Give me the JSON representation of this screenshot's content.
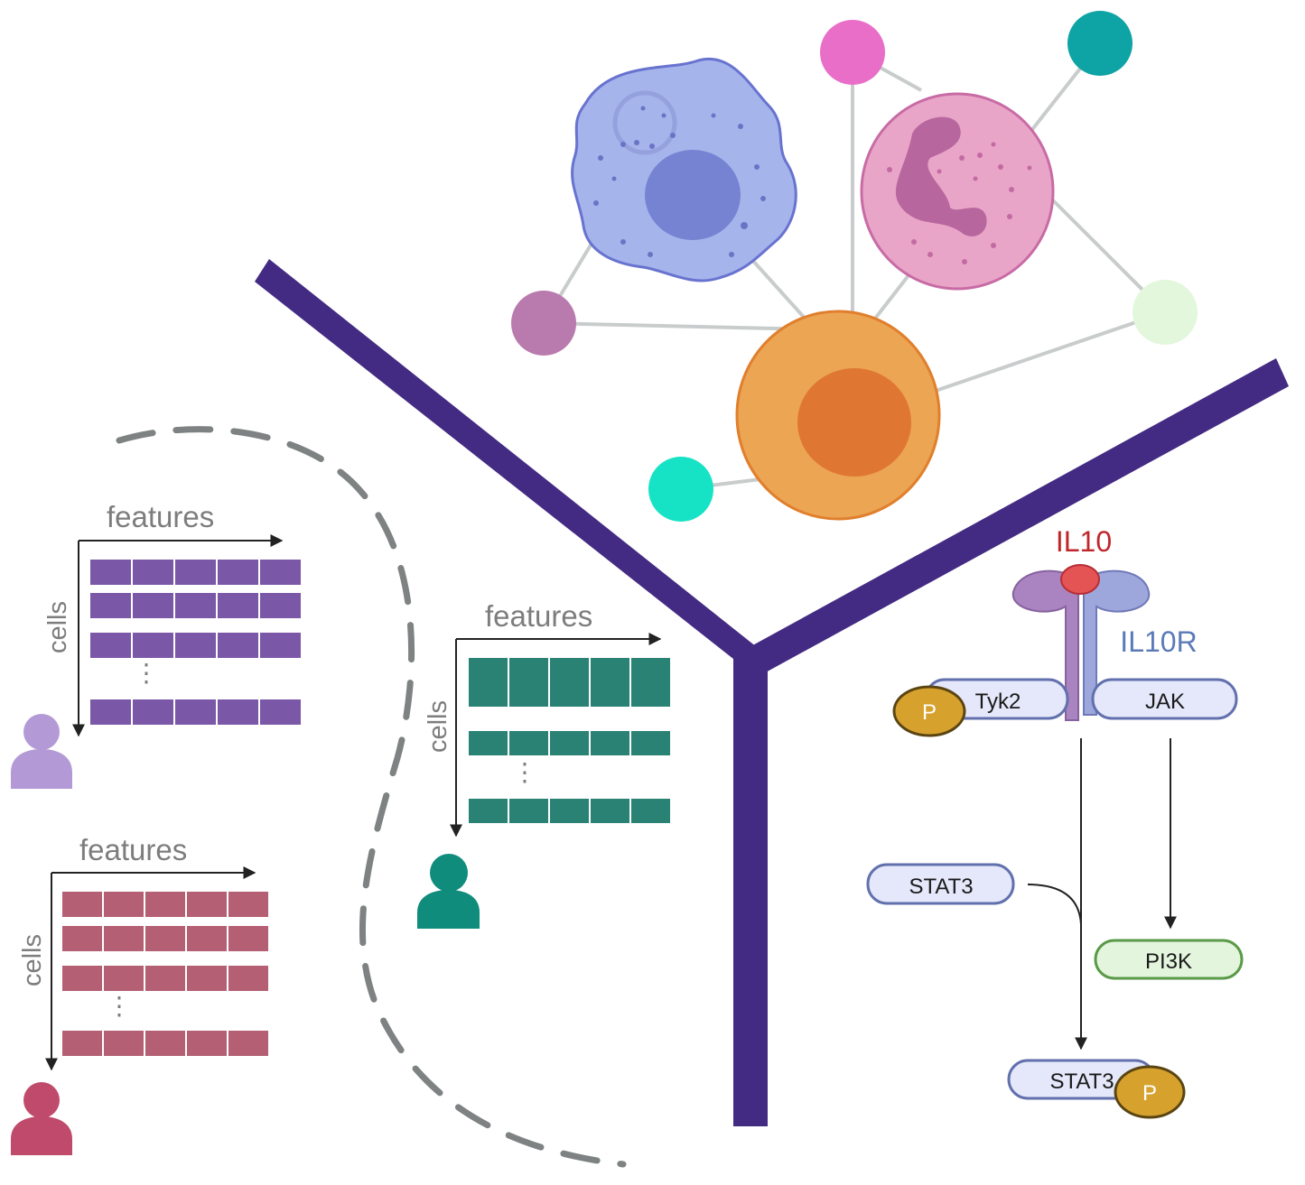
{
  "colors": {
    "tree": "#432a82",
    "axis": "#222222",
    "axis_label": "#7d7d7d",
    "dash": "#7e8282",
    "edge": "#c9cccc",
    "purple_cell": "#7b57a8",
    "purple_person": "#b39ad6",
    "teal_cell": "#2a8274",
    "teal_person": "#0f8c7c",
    "red_cell": "#b45f73",
    "red_person": "#c04a6c",
    "il10": "#c0262b",
    "il10r": "#5b7ab8",
    "pill_fill": "#e4e8fa",
    "pill_stroke": "#6270ad",
    "pi3k_fill": "#e3f5dd",
    "pi3k_stroke": "#5a9a48",
    "phospho": "#d7a12e",
    "phospho_stroke": "#5a4512"
  },
  "matrices": [
    {
      "id": "purple",
      "x_label": "features",
      "y_label": "cells",
      "ellipsis": "⋮"
    },
    {
      "id": "teal",
      "x_label": "features",
      "y_label": "cells",
      "ellipsis": "⋮"
    },
    {
      "id": "red",
      "x_label": "features",
      "y_label": "cells",
      "ellipsis": "⋮"
    }
  ],
  "network": {
    "cells": [
      "macrophage",
      "neutrophil",
      "lymphocyte"
    ],
    "nodes": [
      {
        "name": "magenta-node",
        "color": "#e86ec8"
      },
      {
        "name": "teal-node",
        "color": "#0ea3a5"
      },
      {
        "name": "mauve-node",
        "color": "#b97aae"
      },
      {
        "name": "pale-green-node",
        "color": "#e2f7dc"
      },
      {
        "name": "cyan-node",
        "color": "#16e3c6"
      }
    ]
  },
  "pathway": {
    "ligand": "IL10",
    "receptor": "IL10R",
    "tyk2": "Tyk2",
    "jak": "JAK",
    "phospho": "P",
    "stat3": "STAT3",
    "pi3k": "PI3K",
    "stat3_p": "STAT3"
  }
}
